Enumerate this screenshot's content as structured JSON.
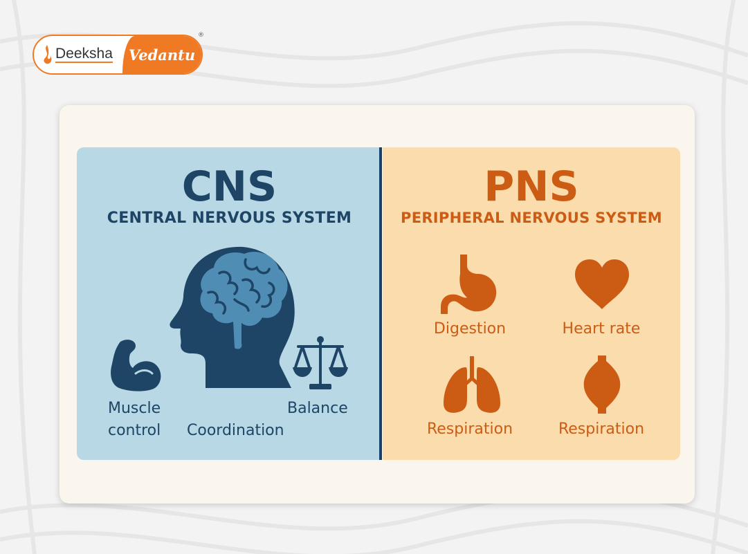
{
  "logo": {
    "left_text": "Deeksha",
    "right_text": "Vedantu",
    "registered_mark": "®"
  },
  "cns": {
    "acronym": "CNS",
    "full_name": "CENTRAL NERVOUS SYSTEM",
    "labels": {
      "muscle_line1": "Muscle",
      "muscle_line2": "control",
      "coordination": "Coordination",
      "balance": "Balance"
    }
  },
  "pns": {
    "acronym": "PNS",
    "full_name": "PERIPHERAL NERVOUS SYSTEM",
    "labels": {
      "digestion": "Digestion",
      "heart_rate": "Heart rate",
      "respiration_lungs": "Respiration",
      "respiration_gland": "Respiration"
    }
  },
  "colors": {
    "cns_panel": "#b7d8e4",
    "cns_text": "#1e4466",
    "pns_panel": "#fbdcad",
    "pns_text": "#cc5c14",
    "brand_orange": "#f07a24"
  }
}
